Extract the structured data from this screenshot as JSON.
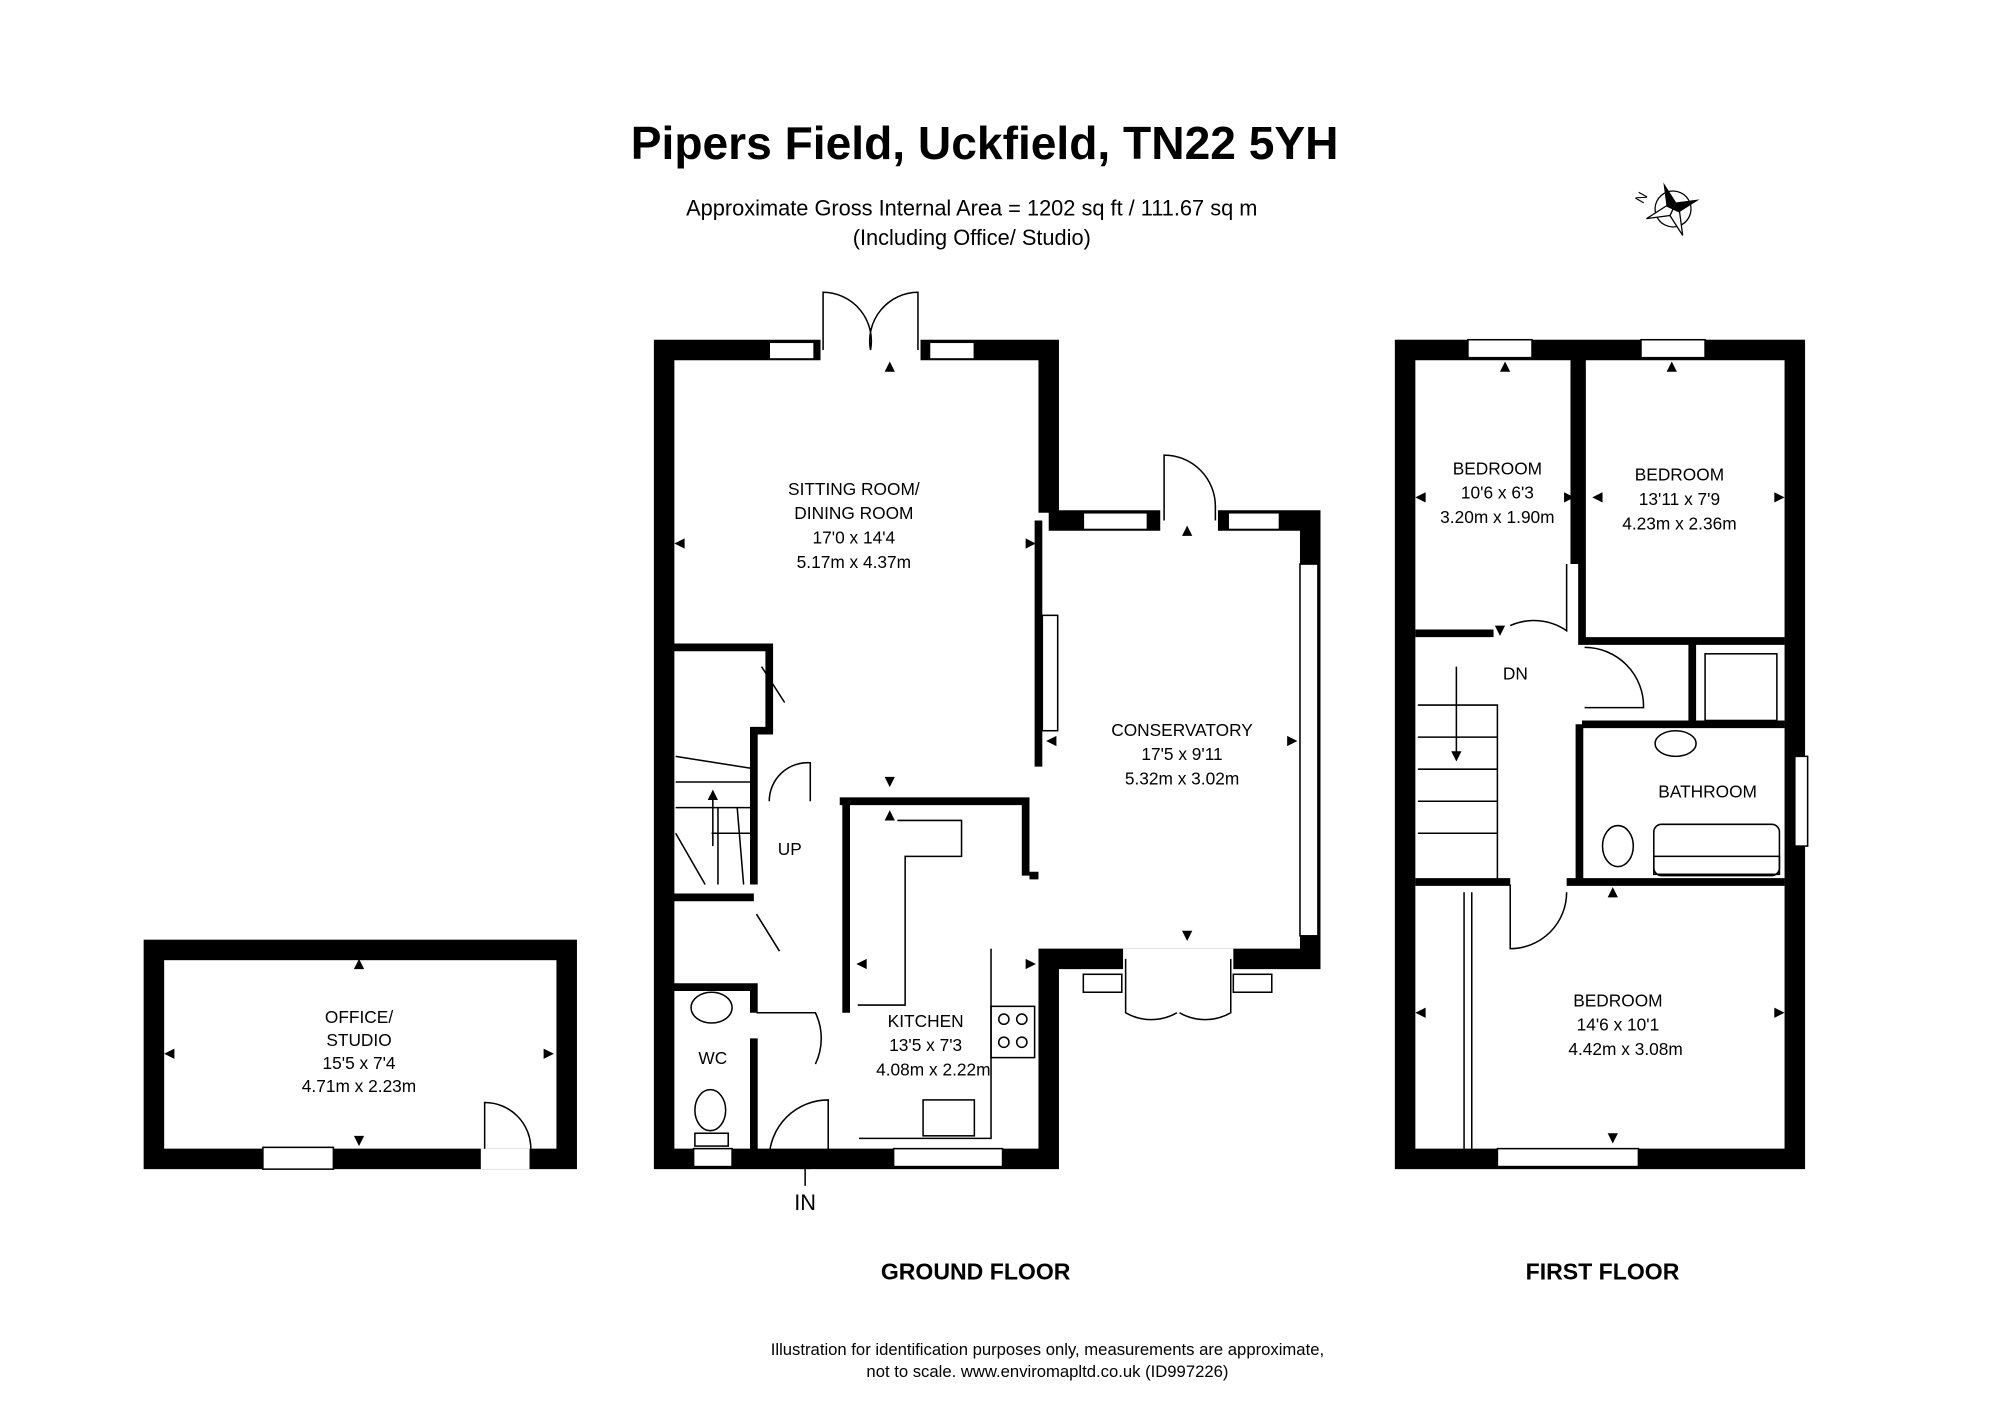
{
  "header": {
    "title": "Pipers Field, Uckfield, TN22 5YH",
    "area": "Approximate Gross Internal Area = 1202 sq ft / 111.67 sq m",
    "note": "(Including Office/ Studio)"
  },
  "compass": {
    "label": "N"
  },
  "ground_floor": {
    "label": "GROUND FLOOR",
    "rooms": {
      "sitting": [
        "SITTING ROOM/",
        "DINING ROOM",
        "17'0 x 14'4",
        "5.17m x 4.37m"
      ],
      "conservatory": [
        "CONSERVATORY",
        "17'5 x 9'11",
        "5.32m x 3.02m"
      ],
      "kitchen": [
        "KITCHEN",
        "13'5 x 7'3",
        "4.08m x 2.22m"
      ],
      "wc": [
        "WC"
      ],
      "office": [
        "OFFICE/",
        "STUDIO",
        "15'5 x 7'4",
        "4.71m x 2.23m"
      ]
    },
    "up": "UP",
    "entrance": "IN"
  },
  "first_floor": {
    "label": "FIRST FLOOR",
    "rooms": {
      "bed1": [
        "BEDROOM",
        "10'6 x 6'3",
        "3.20m x 1.90m"
      ],
      "bed2": [
        "BEDROOM",
        "13'11 x 7'9",
        "4.23m x 2.36m"
      ],
      "bath": [
        "BATHROOM"
      ],
      "bed3": [
        "BEDROOM",
        "14'6 x 10'1",
        "4.42m x 3.08m"
      ]
    },
    "down": "DN"
  },
  "footer": {
    "line1": "Illustration for identification purposes only, measurements are approximate,",
    "line2": "not to scale. www.enviromapltd.co.uk (ID997226)"
  }
}
